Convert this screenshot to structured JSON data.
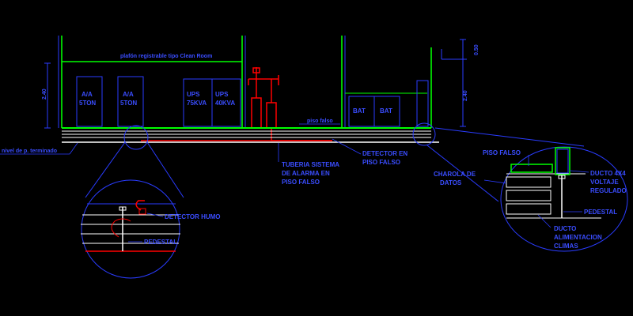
{
  "labels": {
    "plenum": "plafón registrable tipo Clean Room",
    "ac1_l1": "A/A",
    "ac1_l2": "5TON",
    "ac2_l1": "A/A",
    "ac2_l2": "5TON",
    "ups1_l1": "UPS",
    "ups1_l2": "75KVA",
    "ups2_l1": "UPS",
    "ups2_l2": "40KVA",
    "bat1": "BAT",
    "bat2": "BAT",
    "piso_falso_top": "piso falso",
    "nivel": "nivel de p. terminado",
    "dim_left": "2.40",
    "dim_right_top": "0.50",
    "dim_right": "2.40",
    "tuberia_l1": "TUBERIA SISTEMA",
    "tuberia_l2": "DE ALARMA EN",
    "tuberia_l3": "PISO FALSO",
    "detector_pf_l1": "DETECTOR EN",
    "detector_pf_l2": "PISO FALSO",
    "detector_humo": "DETECTOR HUMO",
    "pedestal_left": "PEDESTAL",
    "piso_falso_detail": "PISO FALSO",
    "charola_l1": "CHAROLA DE",
    "charola_l2": "DATOS",
    "ducto4_l1": "DUCTO 4X4",
    "ducto4_l2": "VOLTAJE",
    "ducto4_l3": "REGULADO",
    "pedestal_right": "PEDESTAL",
    "ducto_al_l1": "DUCTO",
    "ducto_al_l2": "ALIMENTACION",
    "ducto_al_l3": "CLIMAS"
  },
  "colors": {
    "background": "#000000",
    "wall": "#00ff00",
    "wall_dark": "#00a000",
    "equipment": "#2a3cff",
    "label": "#3a4dff",
    "alarm": "#ff0000",
    "floor": "#ffffff"
  }
}
